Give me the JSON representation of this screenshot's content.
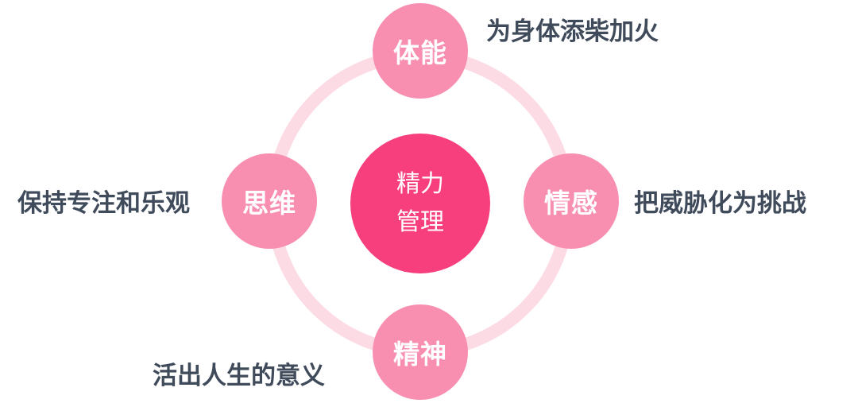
{
  "colors": {
    "ring": "#fcdbe5",
    "outer_node": "#f88fb1",
    "center_node": "#f73f7d",
    "desc_text": "#3f4a5a"
  },
  "center": {
    "line1": "精力",
    "line2": "管理"
  },
  "nodes": {
    "top": {
      "label": "体能",
      "description": "为身体添柴加火"
    },
    "right": {
      "label": "情感",
      "description": "把威胁化为挑战"
    },
    "bottom": {
      "label": "精神",
      "description": "活出人生的意义"
    },
    "left": {
      "label": "思维",
      "description": "保持专注和乐观"
    }
  }
}
